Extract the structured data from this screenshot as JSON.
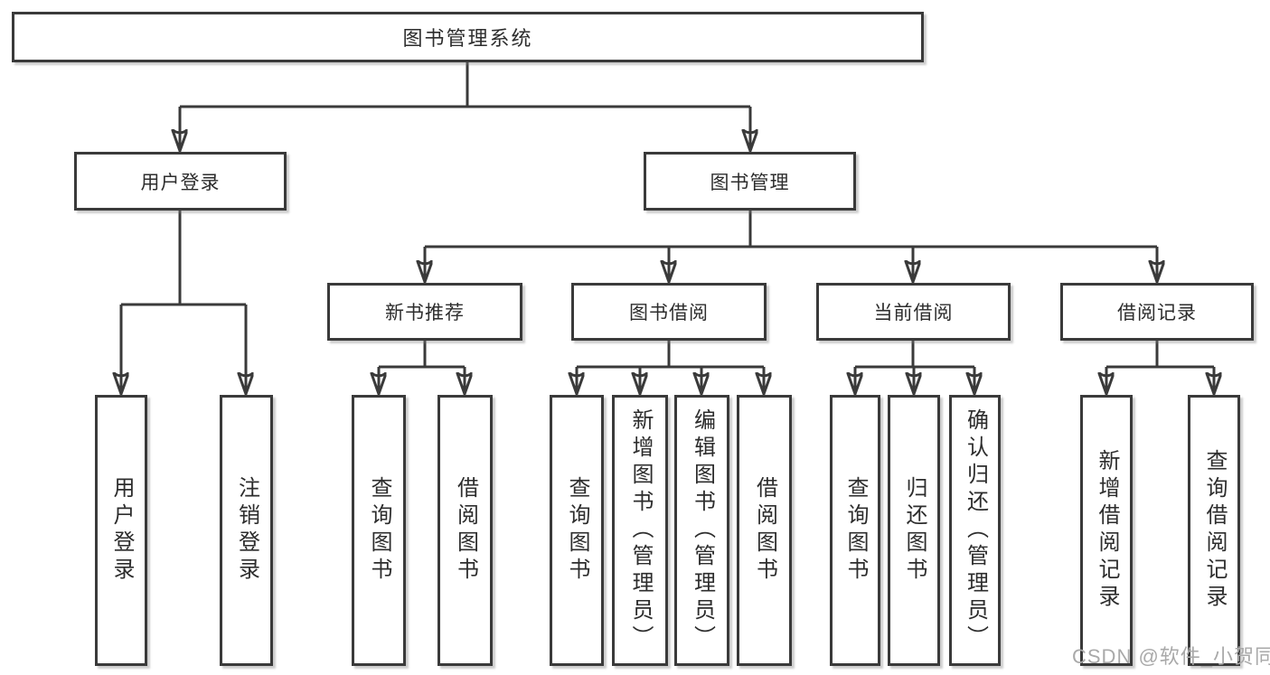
{
  "root": "图书管理系统",
  "branches": [
    {
      "label": "用户登录",
      "leaves": [
        "用户登录",
        "注销登录"
      ]
    },
    {
      "label": "图书管理",
      "groups": [
        {
          "label": "新书推荐",
          "leaves": [
            "查询图书",
            "借阅图书"
          ]
        },
        {
          "label": "图书借阅",
          "leaves": [
            "查询图书",
            "新增图书（管理员）",
            "编辑图书（管理员）",
            "借阅图书"
          ]
        },
        {
          "label": "当前借阅",
          "leaves": [
            "查询图书",
            "归还图书",
            "确认归还（管理员）"
          ]
        },
        {
          "label": "借阅记录",
          "leaves": [
            "新增借阅记录",
            "查询借阅记录"
          ]
        }
      ]
    }
  ],
  "watermark": "CSDN @软件_小贺同学",
  "colors": {
    "line": "#3a3a3a",
    "box_border": "#3a3a3a",
    "box_fill": "#ffffff",
    "text": "#2d2d2d",
    "watermark": "#a9a9a9",
    "background": "#ffffff"
  }
}
